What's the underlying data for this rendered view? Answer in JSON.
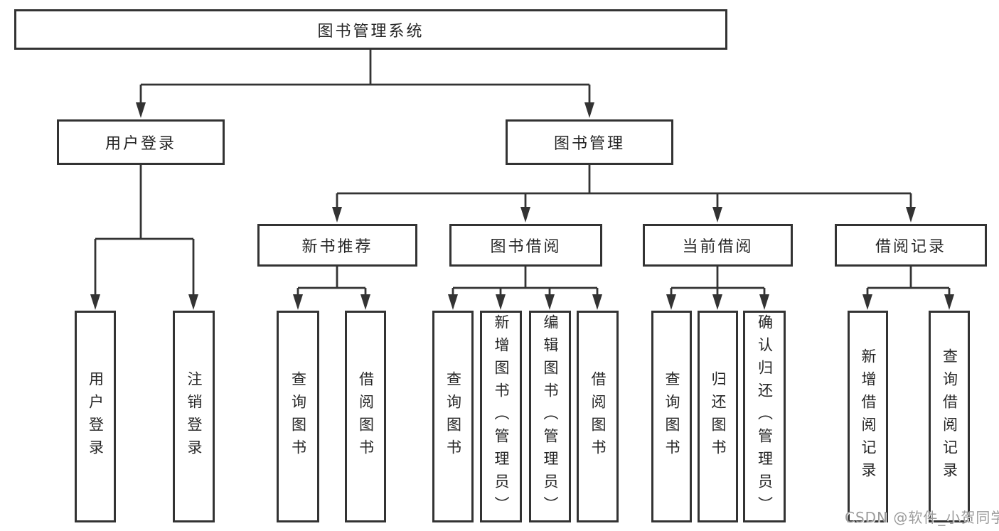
{
  "colors": {
    "line": "#333333",
    "text": "#262626",
    "background": "#ffffff",
    "watermark": "#9b9b9b"
  },
  "diagram": {
    "root": {
      "label": "图书管理系统"
    },
    "level1": [
      {
        "label": "用户登录"
      },
      {
        "label": "图书管理"
      }
    ],
    "level2": [
      {
        "label": "新书推荐"
      },
      {
        "label": "图书借阅"
      },
      {
        "label": "当前借阅"
      },
      {
        "label": "借阅记录"
      }
    ],
    "leaves": [
      {
        "label": "用户登录"
      },
      {
        "label": "注销登录"
      },
      {
        "label": "查询图书"
      },
      {
        "label": "借阅图书"
      },
      {
        "label": "查询图书"
      },
      {
        "label": "新增图书（管理员）"
      },
      {
        "label": "编辑图书（管理员）"
      },
      {
        "label": "借阅图书"
      },
      {
        "label": "查询图书"
      },
      {
        "label": "归还图书"
      },
      {
        "label": "确认归还（管理员）"
      },
      {
        "label": "新增借阅记录"
      },
      {
        "label": "查询借阅记录"
      }
    ],
    "watermark": "CSDN @软件_小贺同学"
  }
}
